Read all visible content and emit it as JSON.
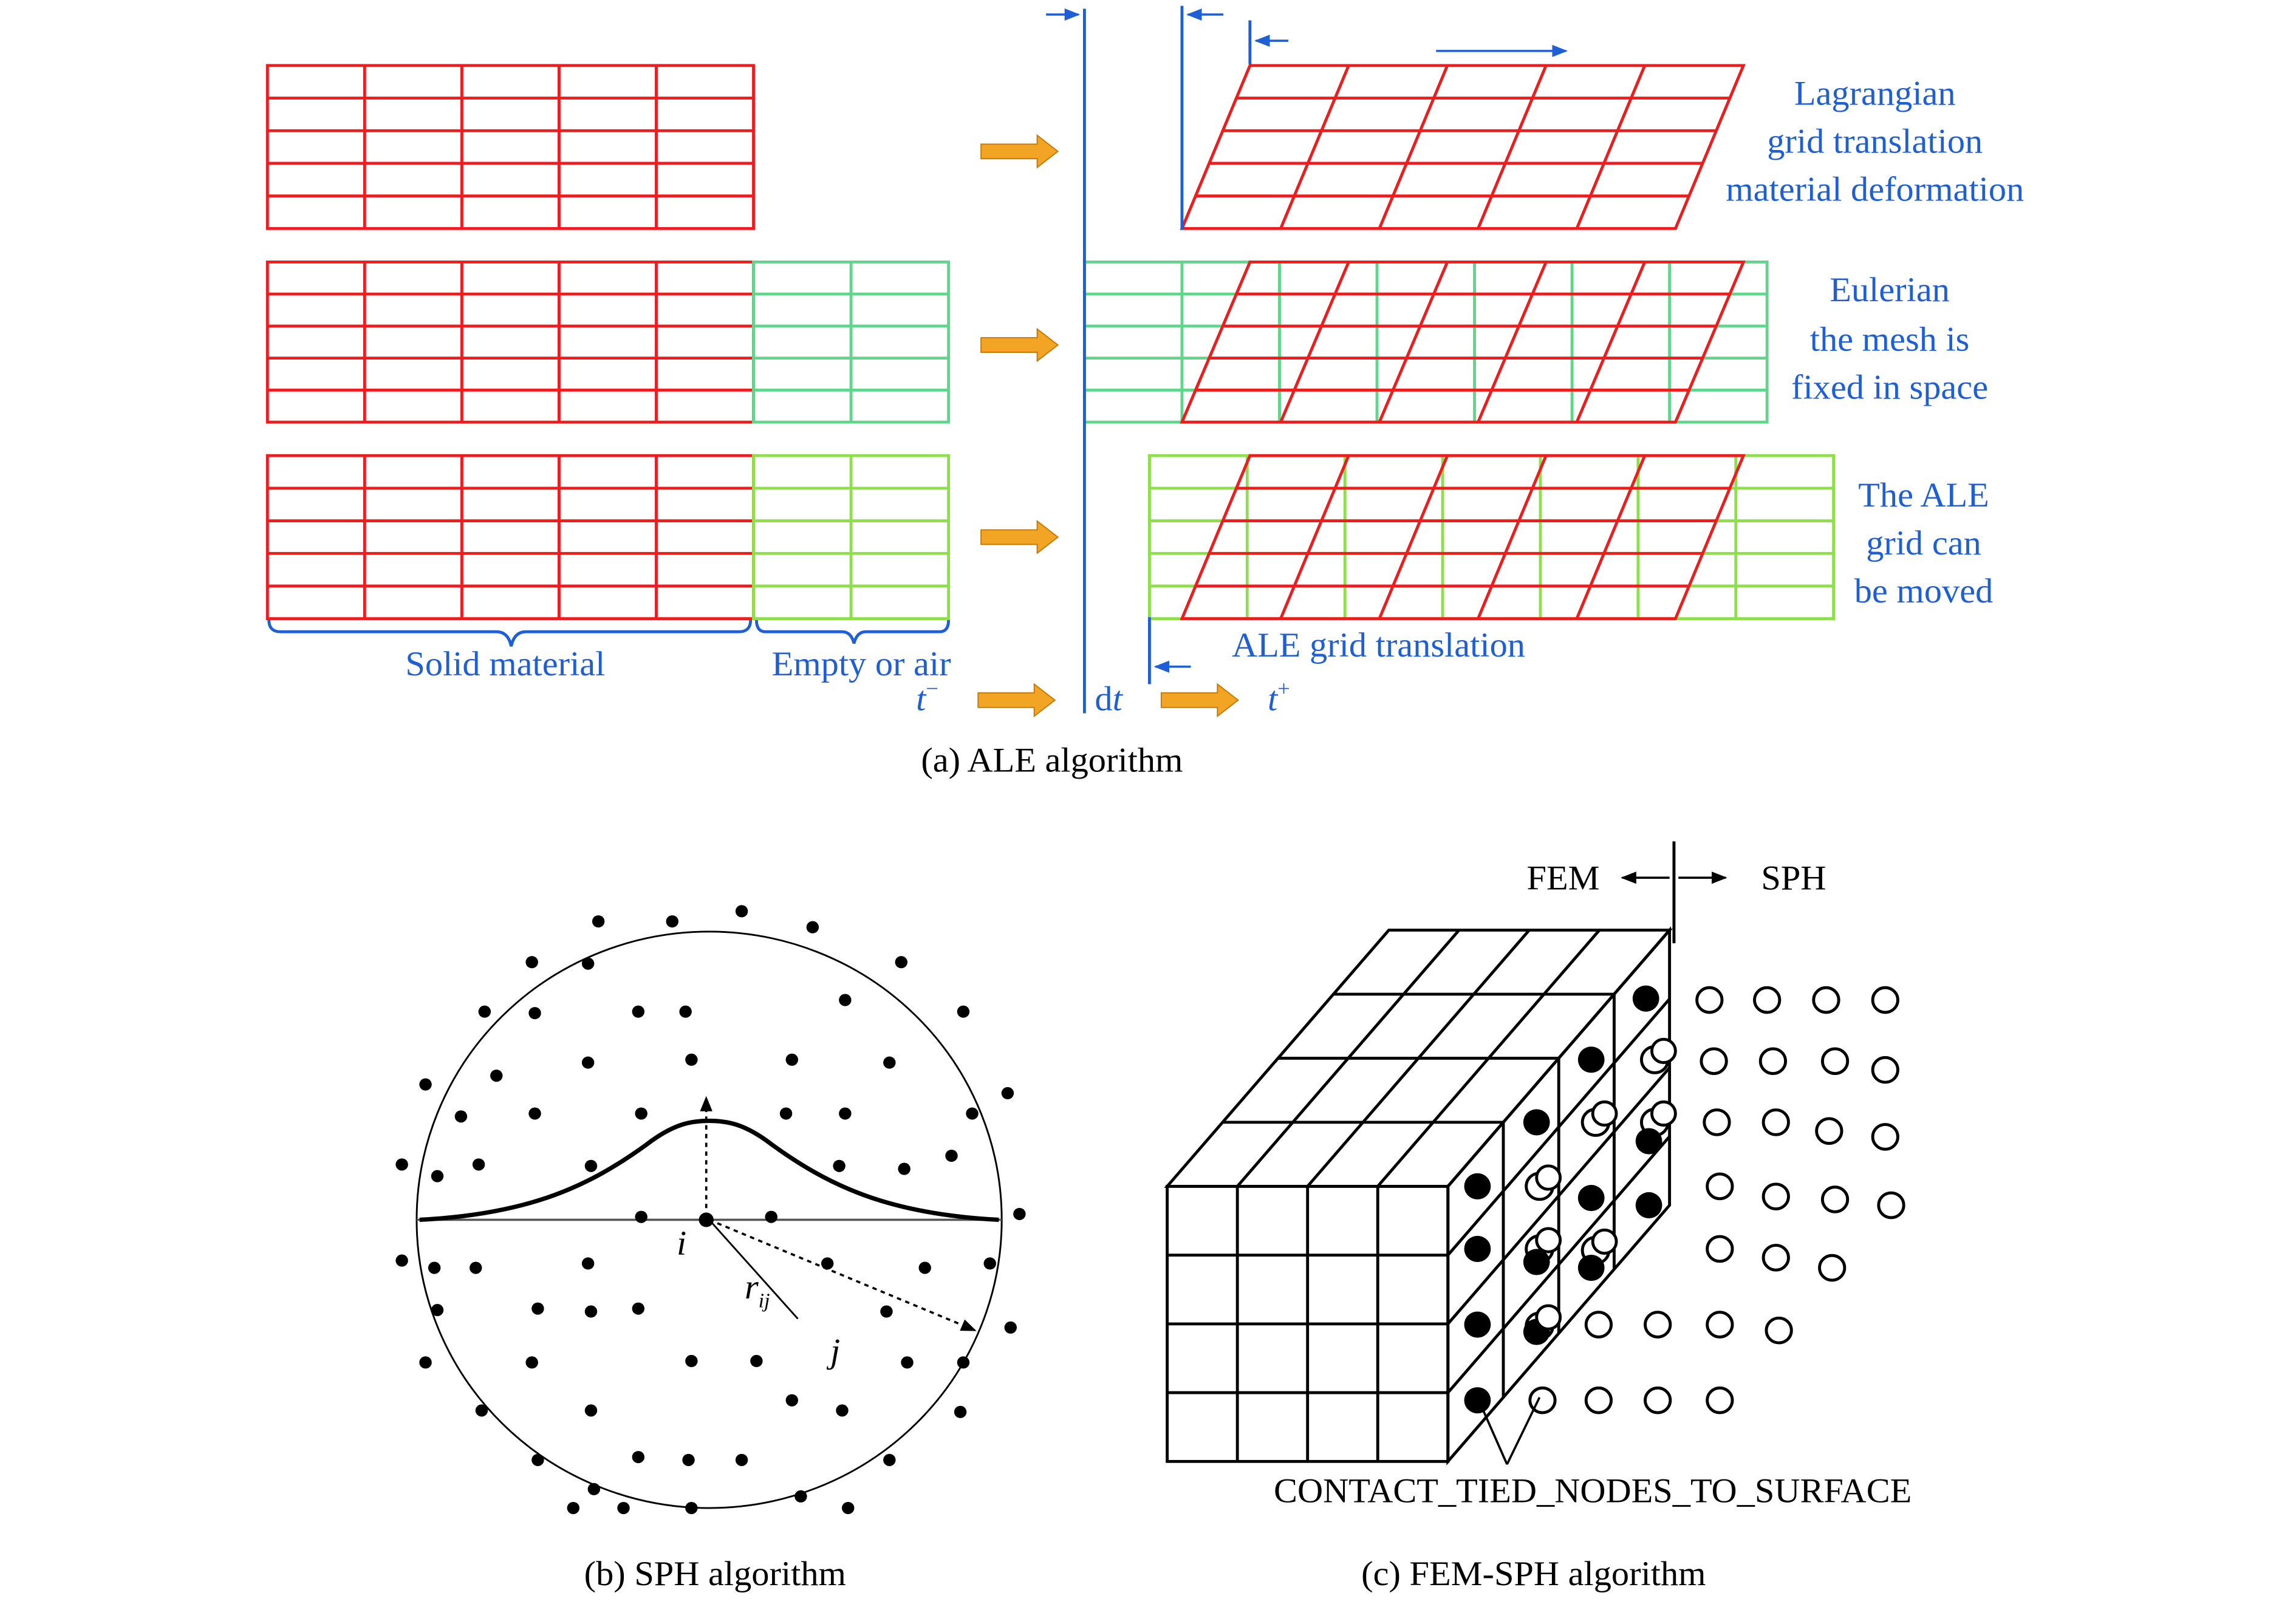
{
  "colors": {
    "material": "#ee1c1c",
    "eulerian_grid": "#5fd68a",
    "ale_grid": "#8ee04a",
    "annotation": "#1f5fd6",
    "arrow": "#f2a424",
    "ink": "#000000"
  },
  "ale": {
    "caption": "(a) ALE algorithm",
    "labels": {
      "lagrangian": [
        "Lagrangian",
        "grid translation",
        "material deformation"
      ],
      "eulerian": [
        "Eulerian",
        "the mesh is",
        "fixed in space"
      ],
      "ale_moved": [
        "The ALE",
        "grid can",
        "be moved"
      ],
      "solid_material": "Solid material",
      "empty_or_air": "Empty or air",
      "ale_grid_translation": "ALE grid translation"
    },
    "time": {
      "t_minus": "t",
      "t_minus_sup": "−",
      "dt_d": "d",
      "dt_t": "t",
      "t_plus": "t",
      "t_plus_sup": "+"
    }
  },
  "sph": {
    "caption": "(b) SPH algorithm",
    "labels": {
      "i": "i",
      "r": "r",
      "r_sub": "ij",
      "j": "j"
    }
  },
  "fem_sph": {
    "caption": "(c) FEM-SPH algorithm",
    "labels": {
      "fem": "FEM",
      "sph": "SPH",
      "contact": "CONTACT_TIED_NODES_TO_SURFACE"
    }
  }
}
